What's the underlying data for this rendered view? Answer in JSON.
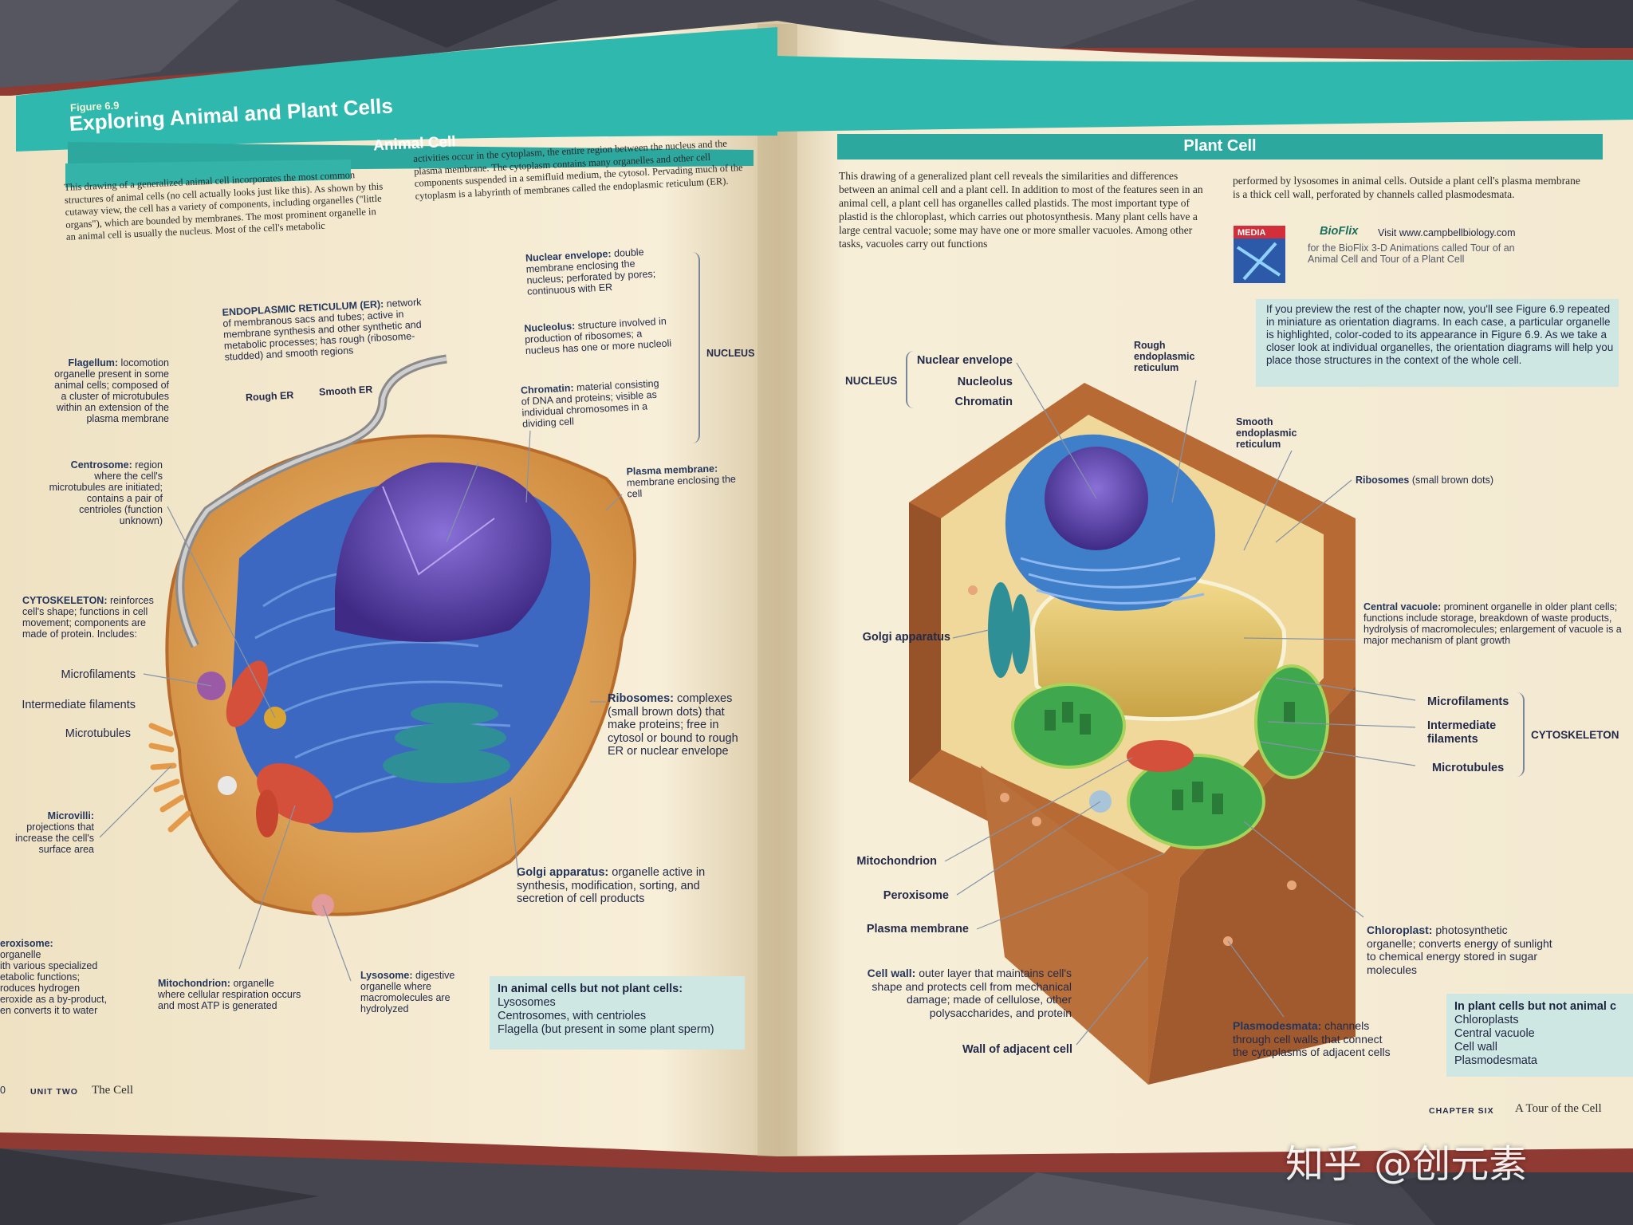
{
  "left_page": {
    "figure_number": "Figure 6.9",
    "title": "Exploring Animal and Plant Cells",
    "section_title": "Animal Cell",
    "intro_col1": "This drawing of a generalized animal cell incorporates the most common structures of animal cells (no cell actually looks just like this). As shown by this cutaway view, the cell has a variety of components, including organelles (\"little organs\"), which are bounded by membranes. The most prominent organelle in an animal cell is usually the nucleus. Most of the cell's metabolic",
    "intro_col2": "activities occur in the cytoplasm, the entire region between the nucleus and the plasma membrane. The cytoplasm contains many organelles and other cell components suspended in a semifluid medium, the cytosol. Pervading much of the cytoplasm is a labyrinth of membranes called the endoplasmic reticulum (ER).",
    "labels": {
      "er_title": "ENDOPLASMIC RETICULUM (ER):",
      "er_desc": "network of membranous sacs and tubes; active in membrane synthesis and other synthetic and metabolic processes; has rough (ribosome-studded) and smooth regions",
      "rough_er": "Rough ER",
      "smooth_er": "Smooth ER",
      "flagellum_title": "Flagellum:",
      "flagellum_desc": "locomotion organelle present in some animal cells; composed of a cluster of microtubules within an extension of the plasma membrane",
      "centrosome_title": "Centrosome:",
      "centrosome_desc": "region where the cell's microtubules are initiated; contains a pair of centrioles (function unknown)",
      "cytoskeleton_title": "CYTOSKELETON:",
      "cytoskeleton_desc": "reinforces cell's shape; functions in cell movement; components are made of protein. Includes:",
      "microfilaments": "Microfilaments",
      "intermediate_filaments": "Intermediate filaments",
      "microtubules": "Microtubules",
      "microvilli_title": "Microvilli:",
      "microvilli_desc": "projections that increase the cell's surface area",
      "peroxisome_title": "eroxisome:",
      "peroxisome_desc": "organelle\nith various specialized\netabolic functions;\nroduces hydrogen\neroxide as a by-product,\nen converts it to water",
      "mitochondrion_title": "Mitochondrion:",
      "mitochondrion_desc": "organelle where cellular respiration occurs and most ATP is generated",
      "lysosome_title": "Lysosome:",
      "lysosome_desc": "digestive organelle where macromolecules are hydrolyzed",
      "nuclear_envelope_title": "Nuclear envelope:",
      "nuclear_envelope_desc": "double membrane enclosing the nucleus; perforated by pores; continuous with ER",
      "nucleolus_title": "Nucleolus:",
      "nucleolus_desc": "structure involved in production of ribosomes; a nucleus has one or more nucleoli",
      "chromatin_title": "Chromatin:",
      "chromatin_desc": "material consisting of DNA and proteins; visible as individual chromosomes in a dividing cell",
      "nucleus": "NUCLEUS",
      "plasma_membrane_title": "Plasma membrane:",
      "plasma_membrane_desc": "membrane enclosing the cell",
      "ribosomes_title": "Ribosomes:",
      "ribosomes_desc": "complexes (small brown dots) that make proteins; free in cytosol or bound to rough ER or nuclear envelope",
      "golgi_title": "Golgi apparatus:",
      "golgi_desc": "organelle active in synthesis, modification, sorting, and secretion of cell products"
    },
    "callout": {
      "title": "In animal cells but not plant cells:",
      "items": [
        "Lysosomes",
        "Centrosomes, with centrioles",
        "Flagella (but present in some plant sperm)"
      ]
    },
    "footer_page": "0",
    "footer_unit": "UNIT TWO",
    "footer_title": "The Cell"
  },
  "right_page": {
    "section_title": "Plant Cell",
    "intro_col1": "This drawing of a generalized plant cell reveals the similarities and differences between an animal cell and a plant cell. In addition to most of the features seen in an animal cell, a plant cell has organelles called plastids. The most important type of plastid is the chloroplast, which carries out photosynthesis. Many plant cells have a large central vacuole; some may have one or more smaller vacuoles. Among other tasks, vacuoles carry out functions",
    "intro_col2": "performed by lysosomes in animal cells. Outside a plant cell's plasma membrane is a thick cell wall, perforated by channels called plasmodesmata.",
    "media_badge": "MEDIA",
    "bioflix_brand": "BioFlix",
    "bioflix_visit": "Visit www.campbellbiology.com",
    "bioflix_desc": "for the BioFlix 3-D Animations called Tour of an Animal Cell and Tour of a Plant Cell",
    "preview_note": "If you preview the rest of the chapter now, you'll see Figure 6.9 repeated in miniature as orientation diagrams. In each case, a particular organelle is highlighted, color-coded to its appearance in Figure 6.9. As we take a closer look at individual organelles, the orientation diagrams will help you place those structures in the context of the whole cell.",
    "labels": {
      "nucleus": "NUCLEUS",
      "nuclear_envelope": "Nuclear envelope",
      "nucleolus": "Nucleolus",
      "chromatin": "Chromatin",
      "rough_er": "Rough endoplasmic reticulum",
      "smooth_er": "Smooth endoplasmic reticulum",
      "ribosomes_title": "Ribosomes",
      "ribosomes_desc": "(small brown dots)",
      "golgi": "Golgi apparatus",
      "central_vacuole_title": "Central vacuole:",
      "central_vacuole_desc": "prominent organelle in older plant cells; functions include storage, breakdown of waste products, hydrolysis of macromolecules; enlargement of vacuole is a major mechanism of plant growth",
      "microfilaments": "Microfilaments",
      "intermediate_filaments": "Intermediate filaments",
      "microtubules": "Microtubules",
      "cytoskeleton": "CYTOSKELETON",
      "mitochondrion": "Mitochondrion",
      "peroxisome": "Peroxisome",
      "plasma_membrane": "Plasma membrane",
      "chloroplast_title": "Chloroplast:",
      "chloroplast_desc": "photosynthetic organelle; converts energy of sunlight to chemical energy stored in sugar molecules",
      "cell_wall_title": "Cell wall:",
      "cell_wall_desc": "outer layer that maintains cell's shape and protects cell from mechanical damage; made of cellulose, other polysaccharides, and protein",
      "wall_adjacent": "Wall of adjacent cell",
      "plasmodesmata_title": "Plasmodesmata:",
      "plasmodesmata_desc": "channels through cell walls that connect the cytoplasms of adjacent cells"
    },
    "callout": {
      "title": "In plant cells but not animal c",
      "items": [
        "Chloroplasts",
        "Central vacuole",
        "Cell wall",
        "Plasmodesmata"
      ]
    },
    "footer_chapter": "CHAPTER SIX",
    "footer_title": "A Tour of the Cell"
  },
  "watermark": "知乎 @创元素",
  "colors": {
    "teal_band": "#2fb8ad",
    "page": "#f6ecd4",
    "title_text": "#ffffff",
    "label_text": "#24365e",
    "callout_bg": "#cfe7e3",
    "cell_wall": "#b86a35",
    "vacuole": "#e8c96a",
    "nucleus": "#5a3fa8",
    "er": "#3f7fc9",
    "chloroplast": "#3fa84f",
    "mitochondrion": "#d4503a"
  }
}
